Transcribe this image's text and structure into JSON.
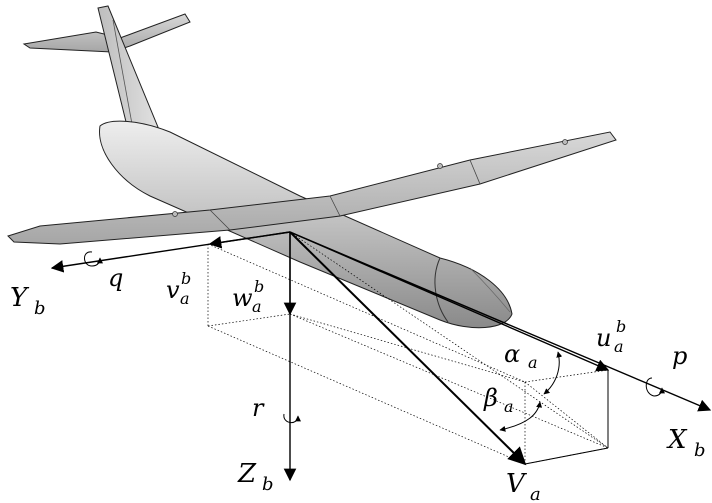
{
  "labels": {
    "x_axis": {
      "main": "X",
      "sub": "b"
    },
    "y_axis": {
      "main": "Y",
      "sub": "b"
    },
    "z_axis": {
      "main": "Z",
      "sub": "b"
    },
    "p": "p",
    "q": "q",
    "r": "r",
    "u": {
      "main": "u",
      "sub": "a",
      "sup": "b"
    },
    "v": {
      "main": "v",
      "sub": "a",
      "sup": "b"
    },
    "w": {
      "main": "w",
      "sub": "a",
      "sup": "b"
    },
    "alpha": {
      "main": "α",
      "sub": "a"
    },
    "beta": {
      "main": "β",
      "sub": "a"
    },
    "velocity": {
      "main": "V",
      "sub": "a"
    }
  },
  "colors": {
    "aircraft_fill": "#c8c8c8",
    "aircraft_light": "#e6e6e6",
    "aircraft_dark": "#8c8c8c",
    "line": "#000000"
  }
}
